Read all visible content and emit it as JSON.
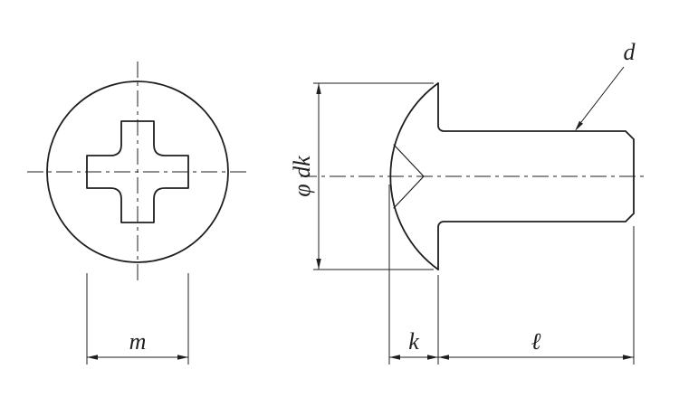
{
  "page": {
    "background_color": "#ffffff",
    "line_color": "#1f1f1f"
  },
  "front_view": {
    "labels": {
      "recess_width": "m"
    }
  },
  "side_view": {
    "labels": {
      "head_diameter": "φ dk",
      "head_height": "k",
      "shank_length": "ℓ",
      "thread_diameter": "d"
    }
  }
}
